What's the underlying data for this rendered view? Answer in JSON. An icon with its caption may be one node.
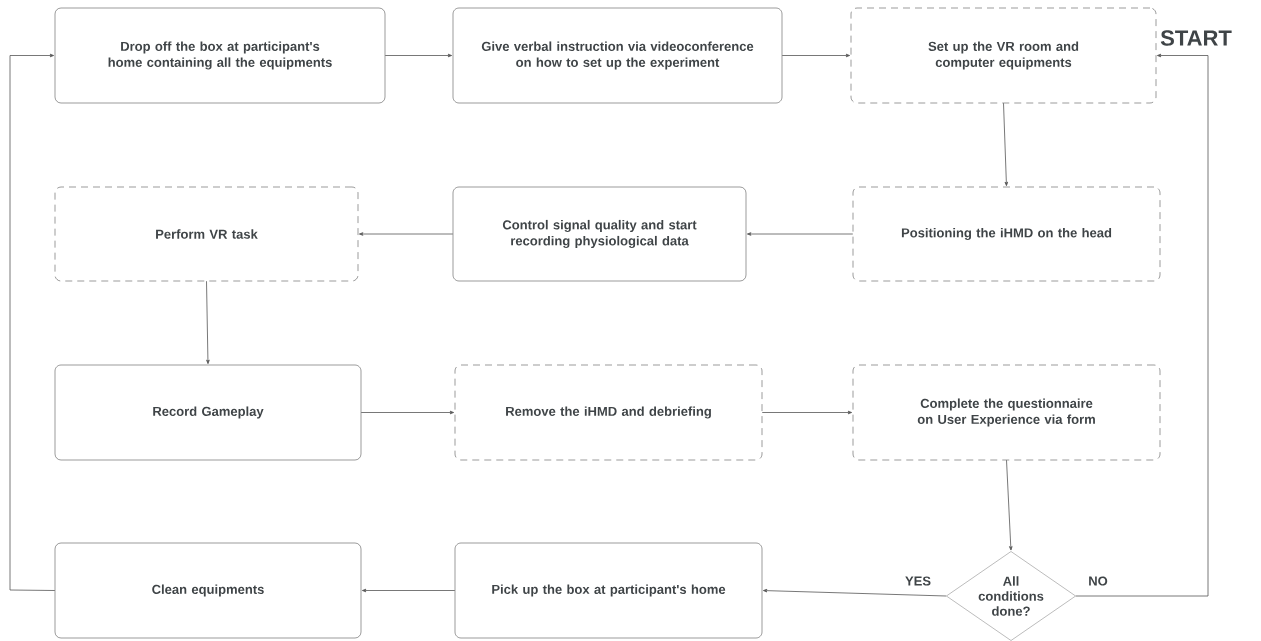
{
  "diagram": {
    "nodes": [
      {
        "text": [
          "Drop off the box at participant's home containing all the equipments"
        ]
      },
      {
        "text": [
          "Give verbal instruction via videoconference on how to set up the experiment"
        ]
      },
      {
        "text": [
          "Set up the VR room and computer equipments"
        ]
      },
      {
        "text": [
          "Perform VR task"
        ]
      },
      {
        "text": [
          "Control signal quality and start recording physiological data"
        ]
      },
      {
        "text": [
          "Positioning the iHMD on the head"
        ]
      },
      {
        "text": [
          "Record Gameplay"
        ]
      },
      {
        "text": [
          "Remove the iHMD and debriefing"
        ]
      },
      {
        "text": [
          "Complete the questionnaire on User Experience via form"
        ]
      },
      {
        "text": [
          "Clean equipments"
        ]
      },
      {
        "text": [
          "Pick up the box at participant's home"
        ]
      },
      {
        "text": [
          "All conditions done?"
        ]
      }
    ],
    "edges": [
      {
        "from": 0,
        "to": 1,
        "arrow": "to"
      },
      {
        "from": 1,
        "to": 2,
        "arrow": "to"
      },
      {
        "from": 2,
        "to": 5,
        "arrow": "to"
      },
      {
        "from": 5,
        "to": 4,
        "arrow": "to"
      },
      {
        "from": 4,
        "to": 3,
        "arrow": "to"
      },
      {
        "from": 3,
        "to": 6,
        "arrow": "to"
      },
      {
        "from": 6,
        "to": 7,
        "arrow": "to"
      },
      {
        "from": 7,
        "to": 8,
        "arrow": "to"
      },
      {
        "from": 8,
        "to": 11,
        "arrow": "to"
      },
      {
        "from": 11,
        "to": 10,
        "arrow": "to",
        "label": "YES"
      },
      {
        "from": 11,
        "to": 2,
        "arrow": "to",
        "label": "NO"
      },
      {
        "from": 10,
        "to": 9,
        "arrow": "to"
      },
      {
        "from": 9,
        "to": 0,
        "arrow": "to"
      }
    ],
    "labels": [
      "START"
    ]
  }
}
